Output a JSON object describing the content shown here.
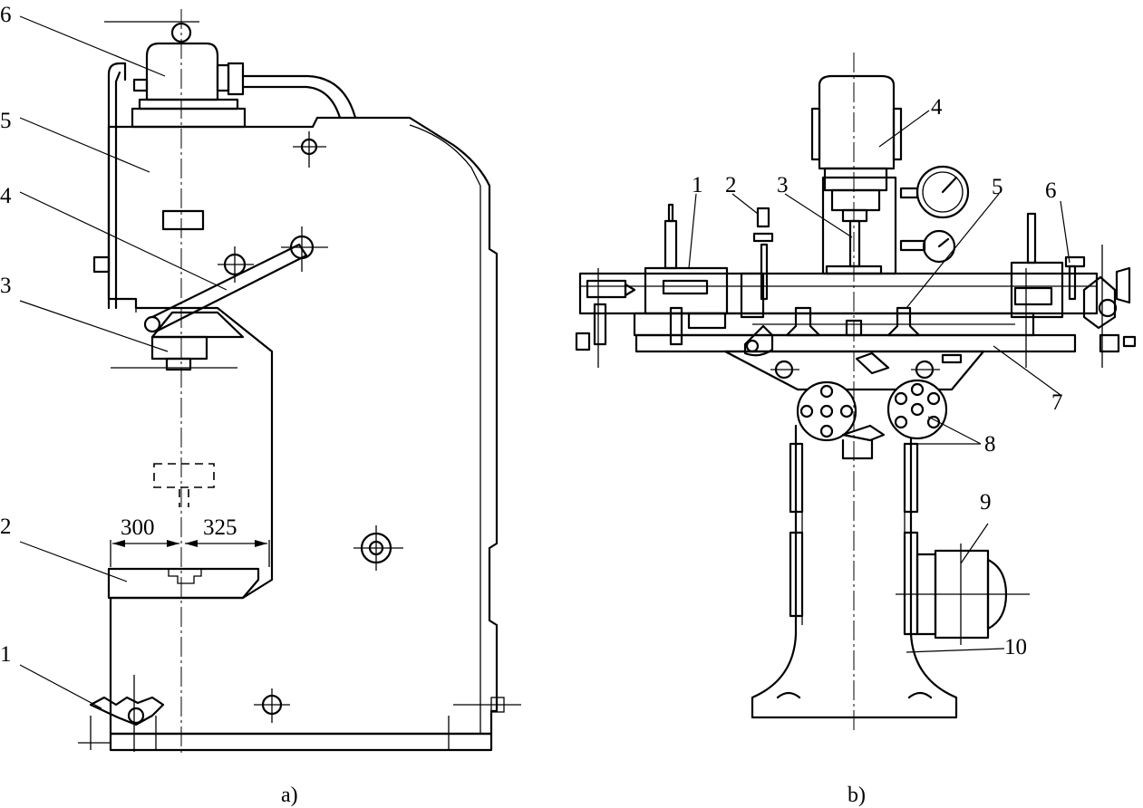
{
  "view_a": {
    "labels": [
      "1",
      "2",
      "3",
      "4",
      "5",
      "6"
    ],
    "dim_left": "300",
    "dim_right": "325",
    "caption": "a)"
  },
  "view_b": {
    "labels": [
      "1",
      "2",
      "3",
      "4",
      "5",
      "6",
      "7",
      "8",
      "9",
      "10"
    ],
    "caption": "b)"
  }
}
